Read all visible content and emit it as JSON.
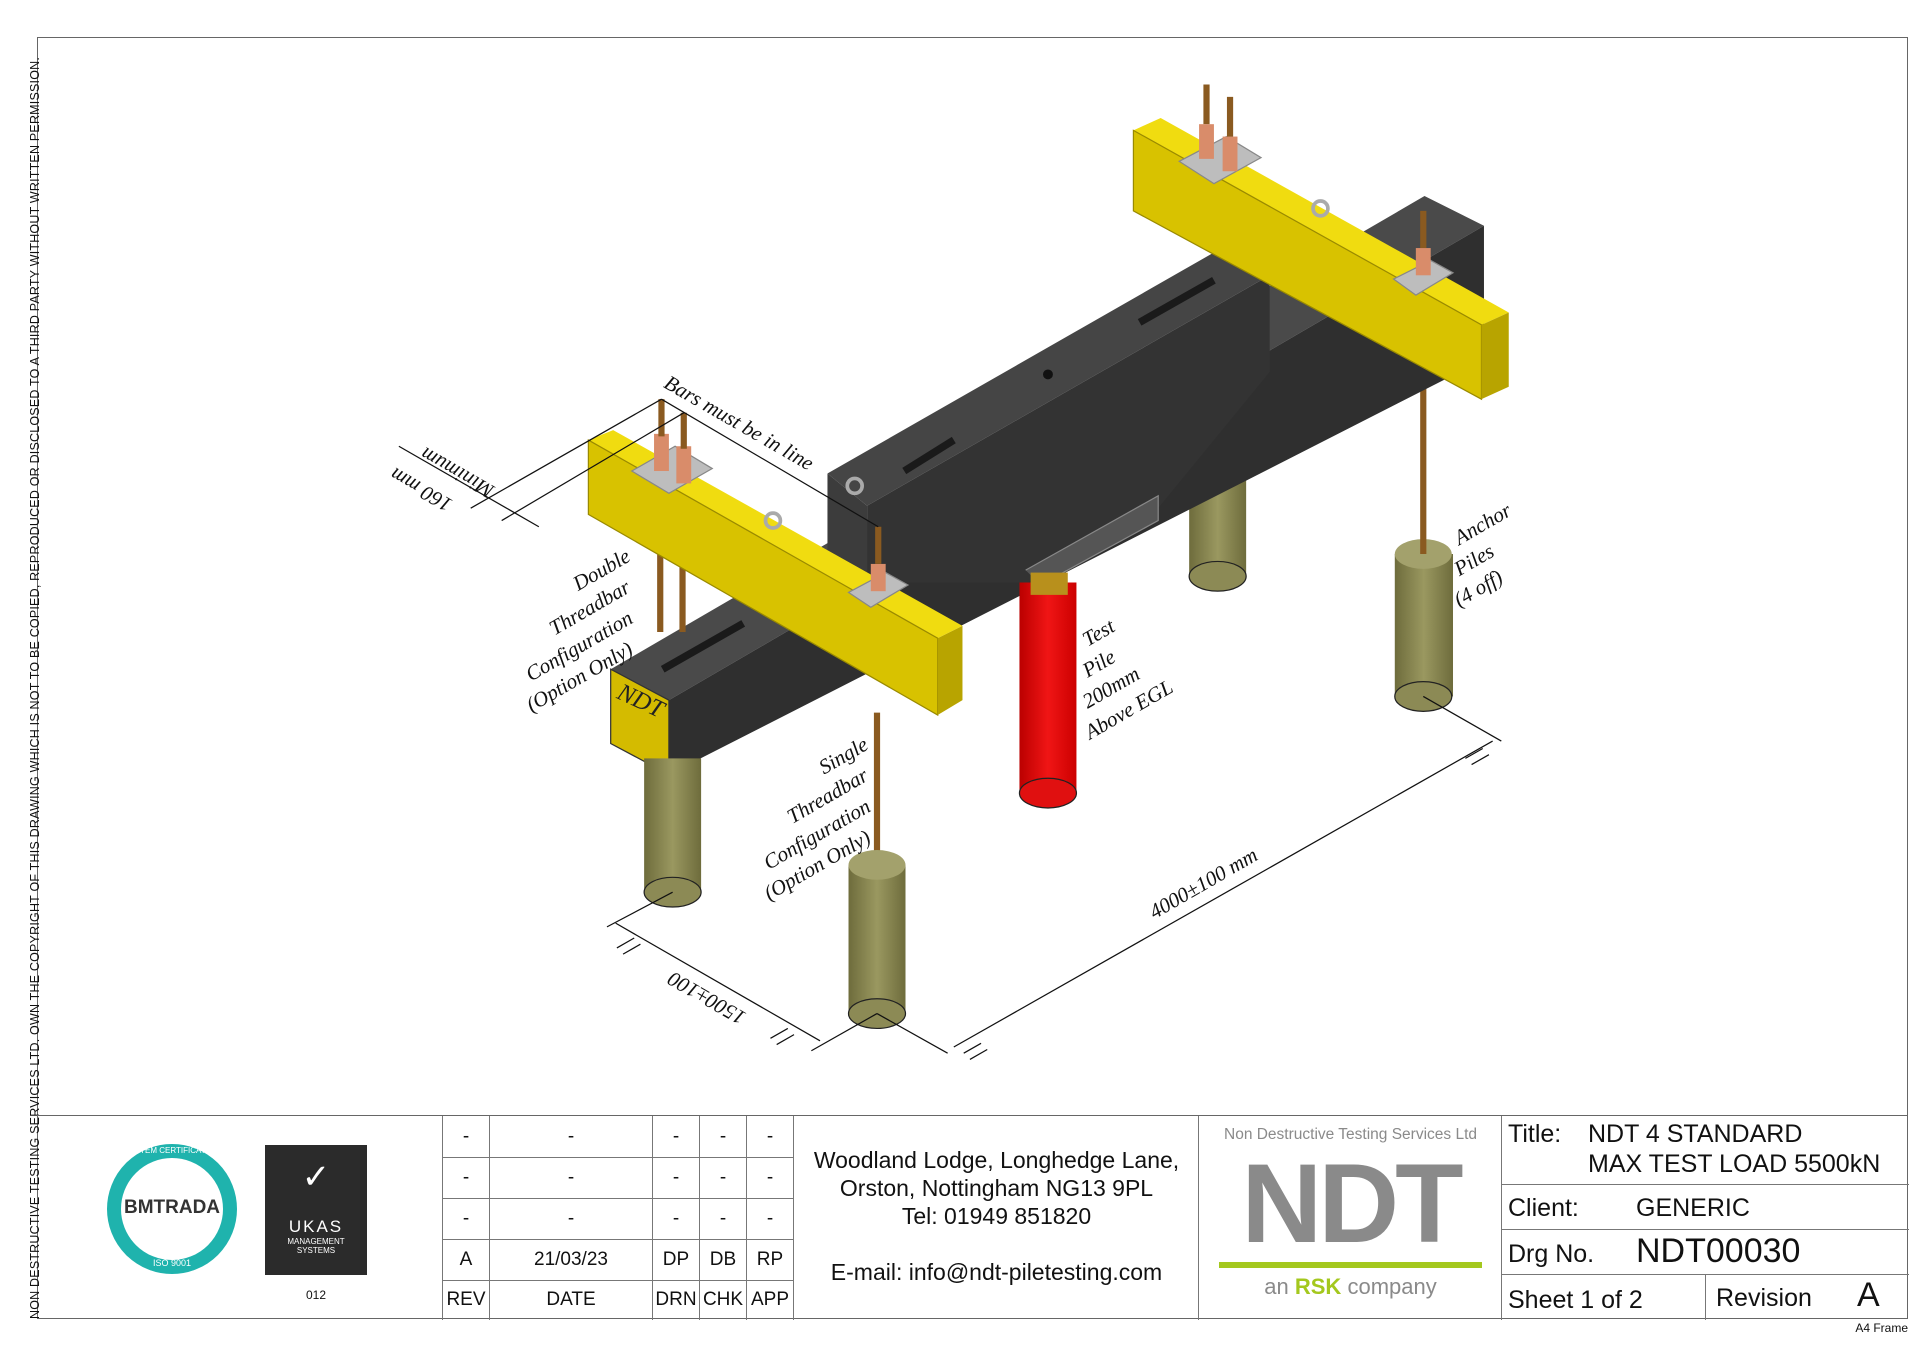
{
  "side_notice": "NON DESTRUCTIVE TESTING SERVICES LTD.  OWN THE COPYRIGHT OF THIS DRAWING WHICH IS NOT TO BE COPIED, REPRODUCED OR DISCLOSED TO A THIRD PARTY WITHOUT WRITTEN PERMISSION.",
  "frame_label": "A4 Frame",
  "drawing": {
    "beam_mark": "NDT",
    "labels": {
      "bars_in_line": "Bars must be in line",
      "minimum": "Minimum",
      "min_value": "160 mm",
      "double_1": "Double",
      "double_2": "Threadbar",
      "double_3": "Configuration",
      "double_4": "(Option Only)",
      "single_1": "Single",
      "single_2": "Threadbar",
      "single_3": "Configuration",
      "single_4": "(Option Only)",
      "test_1": "Test",
      "test_2": "Pile",
      "test_3": "200mm",
      "test_4": "Above EGL",
      "anchor_1": "Anchor",
      "anchor_2": "Piles",
      "anchor_3": "(4 off)",
      "dim_long": "4000±100 mm",
      "dim_short": "1500±100"
    },
    "colors": {
      "beam": "#3a3a3a",
      "spreader": "#e6d000",
      "test_pile": "#e01010",
      "anchor_pile": "#8c8a55",
      "bar": "#8a5a20",
      "nut": "#d98c6a"
    }
  },
  "title_block": {
    "certifications": {
      "bm_trada": "BMTRADA",
      "bm_ring": "SYSTEM CERTIFICATION",
      "iso": "ISO 9001",
      "ukas": "UKAS",
      "ukas_sub": "MANAGEMENT SYSTEMS",
      "ukas_no": "012"
    },
    "revisions": [
      [
        "-",
        "-",
        "-",
        "-",
        "-"
      ],
      [
        "-",
        "-",
        "-",
        "-",
        "-"
      ],
      [
        "-",
        "-",
        "-",
        "-",
        "-"
      ],
      [
        "A",
        "21/03/23",
        "DP",
        "DB",
        "RP"
      ]
    ],
    "rev_headers": [
      "REV",
      "DATE",
      "DRN",
      "CHK",
      "APP"
    ],
    "address": {
      "line1": "Woodland Lodge, Longhedge Lane,",
      "line2": "Orston, Nottingham NG13 9PL",
      "tel": "Tel: 01949 851820",
      "email": "E-mail: info@ndt-piletesting.com"
    },
    "company": {
      "name": "Non Destructive Testing Services Ltd",
      "logo": "NDT",
      "tagline_pre": "an",
      "tagline_brand": "RSK",
      "tagline_post": "company",
      "gray": "#8a8a8a",
      "green": "#a4c81e"
    },
    "title_label": "Title:",
    "title_line1": "NDT 4 STANDARD",
    "title_line2": "MAX TEST LOAD 5500kN",
    "client_label": "Client:",
    "client": "GENERIC",
    "drg_label": "Drg No.",
    "drg_no": "NDT00030",
    "sheet": "Sheet 1 of 2",
    "revision_label": "Revision",
    "revision": "A"
  }
}
